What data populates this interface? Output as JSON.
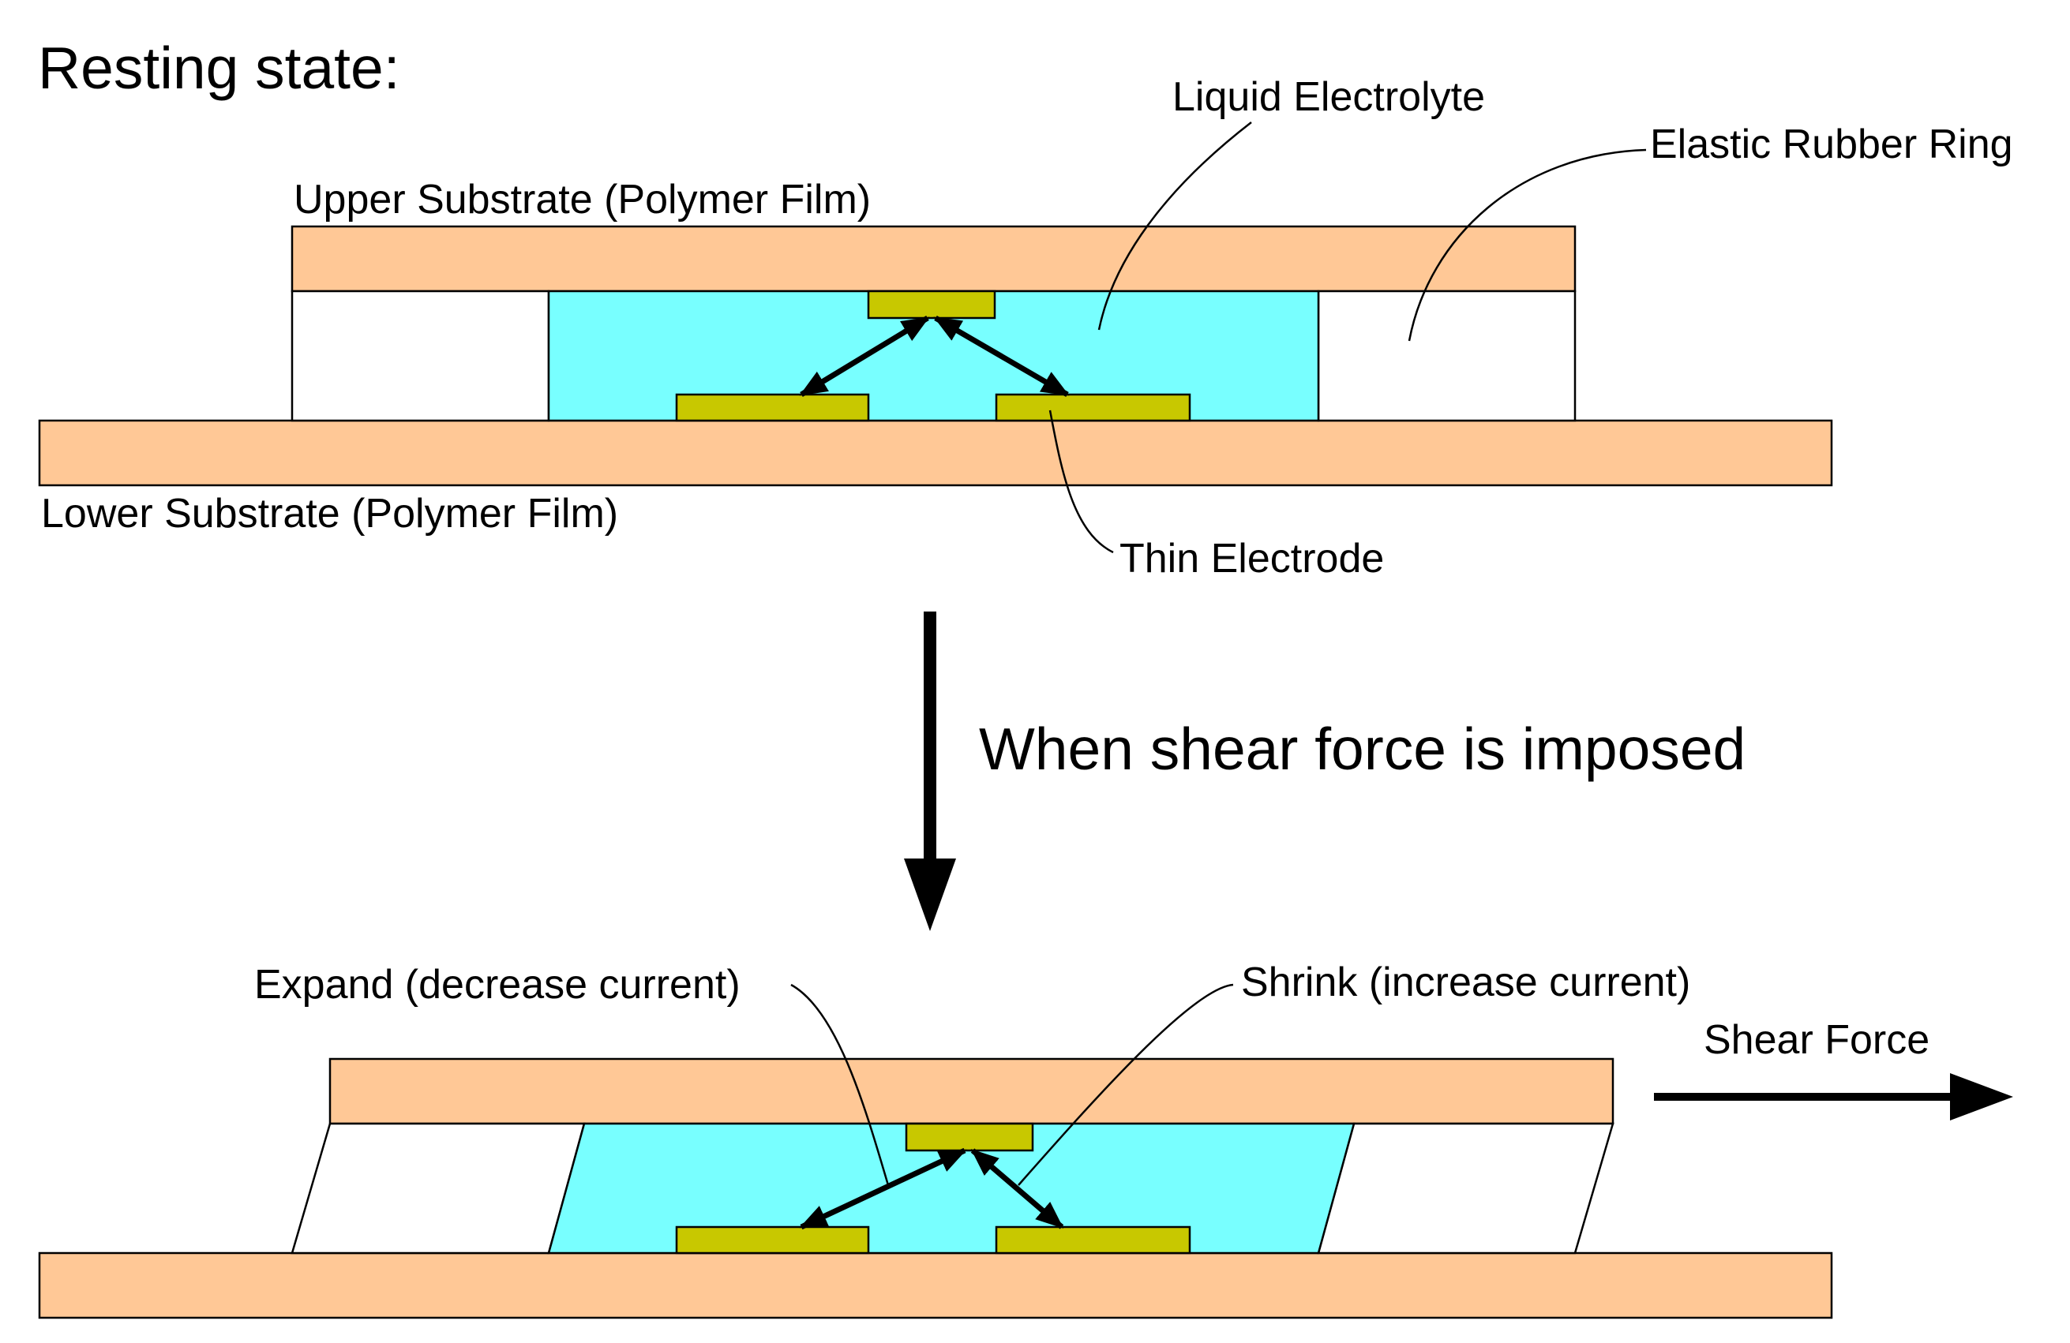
{
  "diagram": {
    "title": "Resting state:",
    "transition_label": "When shear force is imposed",
    "resting": {
      "upper_substrate_label": "Upper Substrate (Polymer Film)",
      "lower_substrate_label": "Lower Substrate (Polymer Film)",
      "electrolyte_label": "Liquid Electrolyte",
      "rubber_ring_label": "Elastic Rubber Ring",
      "electrode_label": "Thin Electrode"
    },
    "sheared": {
      "expand_label": "Expand (decrease current)",
      "shrink_label": "Shrink (increase current)",
      "shear_force_label": "Shear Force"
    },
    "colors": {
      "substrate": "#ffc896",
      "electrolyte": "#78ffff",
      "electrode": "#c8c800",
      "ring": "#ffffff",
      "outline": "#000000"
    }
  }
}
